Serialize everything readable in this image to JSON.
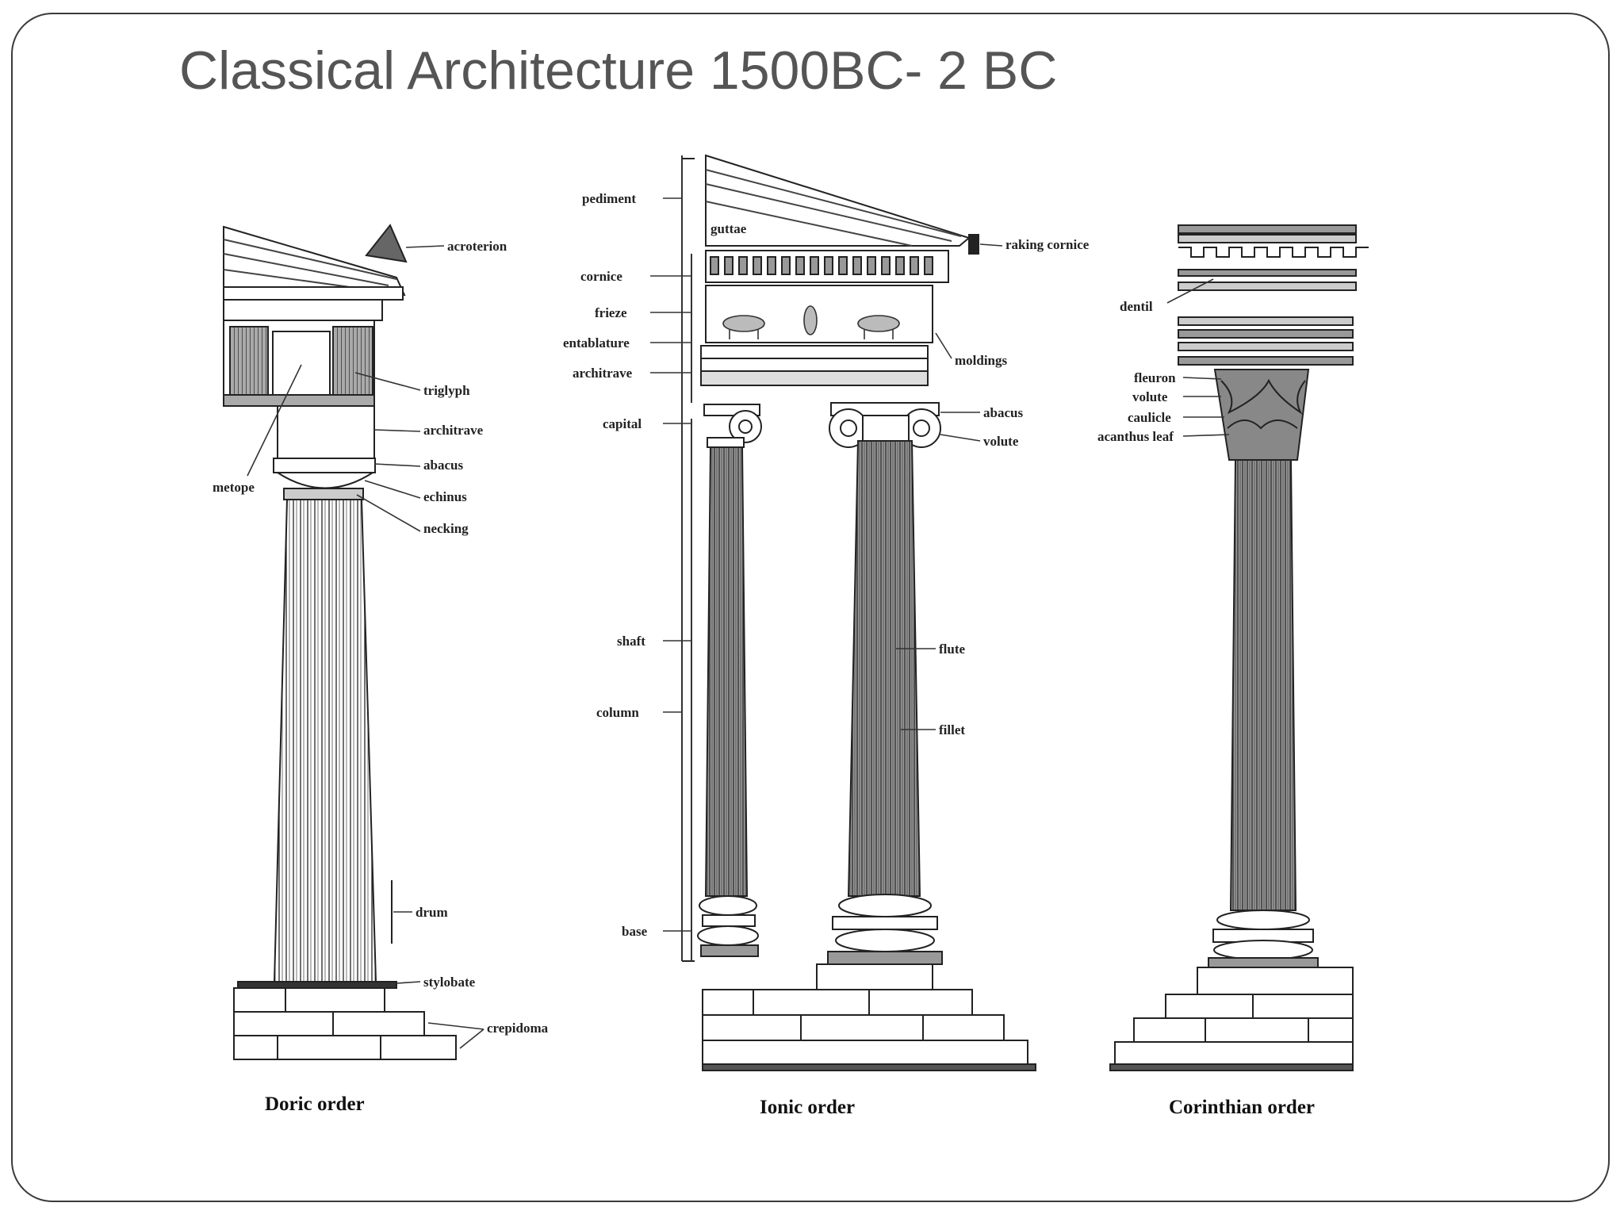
{
  "title": "Classical Architecture 1500BC- 2 BC",
  "orders": {
    "doric": {
      "caption": "Doric order",
      "labels": {
        "acroterion": "acroterion",
        "triglyph": "triglyph",
        "architrave": "architrave",
        "abacus": "abacus",
        "echinus": "echinus",
        "necking": "necking",
        "metope": "metope",
        "drum": "drum",
        "stylobate": "stylobate",
        "crepidoma": "crepidoma"
      }
    },
    "ionic": {
      "caption": "Ionic order",
      "labels": {
        "pediment": "pediment",
        "guttae": "guttae",
        "raking_cornice": "raking cornice",
        "cornice": "cornice",
        "frieze": "frieze",
        "entablature": "entablature",
        "architrave": "architrave",
        "moldings": "moldings",
        "capital": "capital",
        "abacus": "abacus",
        "volute": "volute",
        "shaft": "shaft",
        "column": "column",
        "flute": "flute",
        "fillet": "fillet",
        "base": "base"
      }
    },
    "corinthian": {
      "caption": "Corinthian order",
      "labels": {
        "dentil": "dentil",
        "fleuron": "fleuron",
        "volute": "volute",
        "caulicle": "caulicle",
        "acanthus_leaf": "acanthus leaf"
      }
    }
  }
}
